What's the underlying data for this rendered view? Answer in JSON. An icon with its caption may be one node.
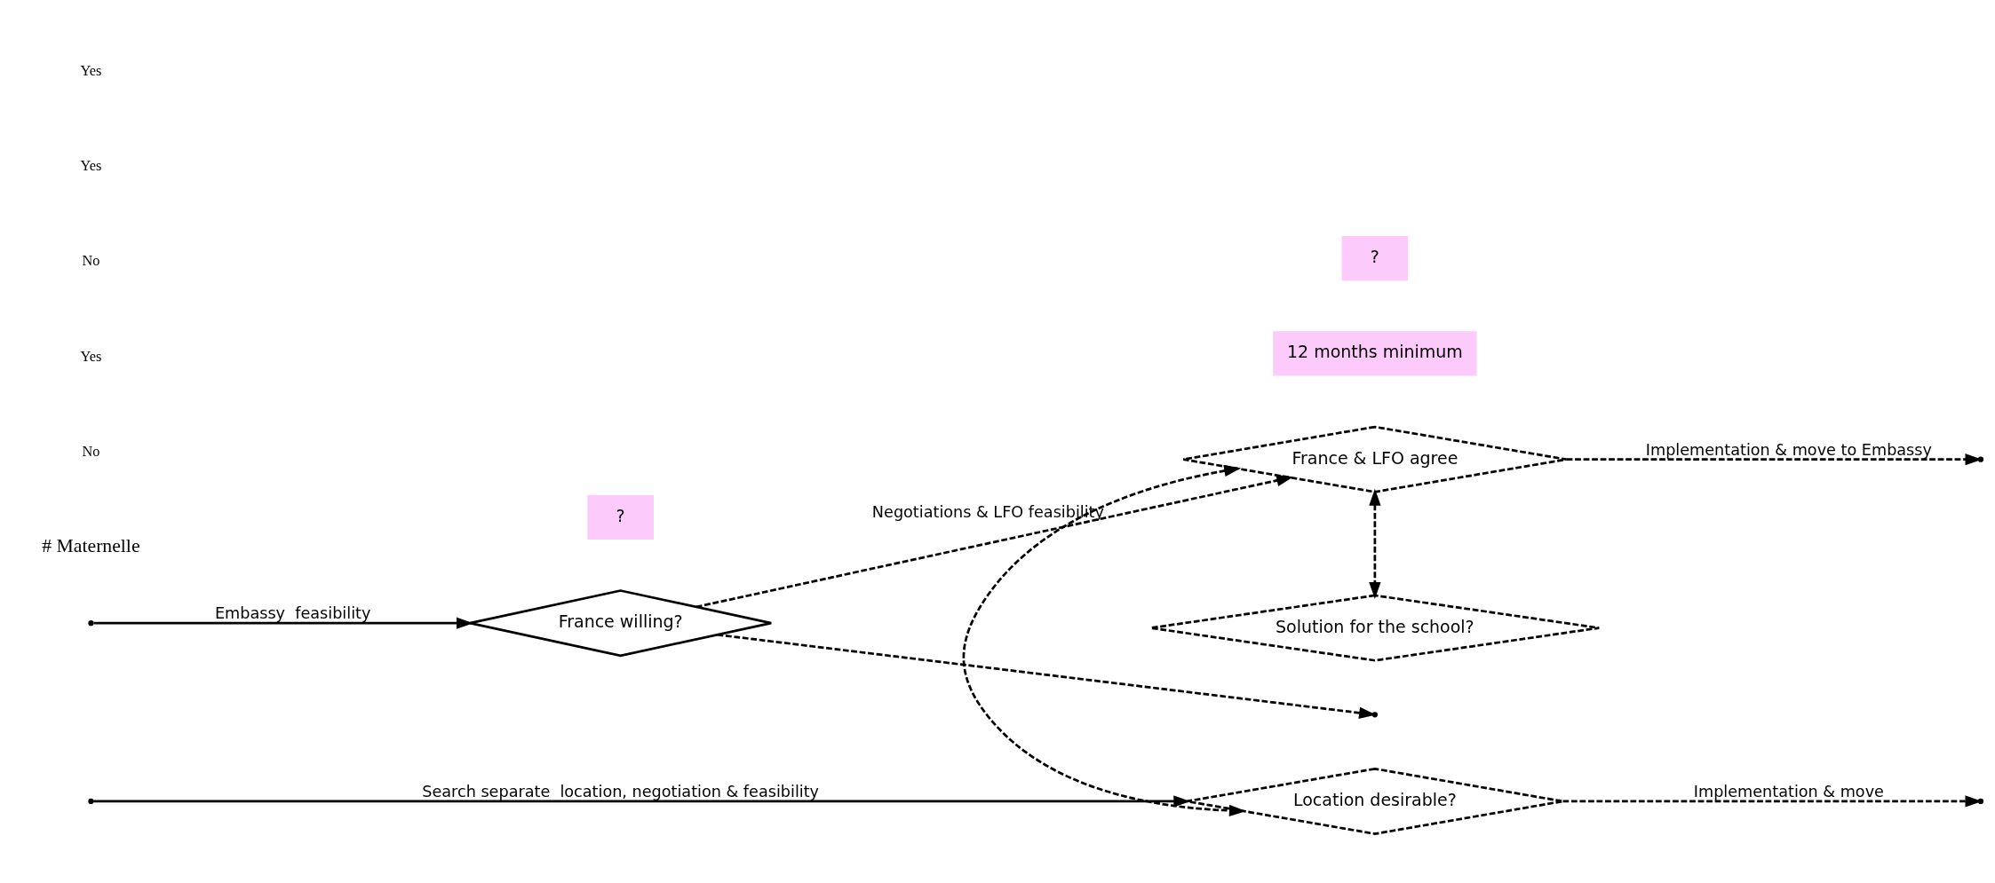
{
  "diagram": {
    "nodes": [
      {
        "text": [
          "France willing?"
        ]
      },
      {
        "text": [
          "France & LFO agree"
        ]
      },
      {
        "text": [
          "Solution for the school?"
        ]
      },
      {
        "text": [
          "Location desirable?"
        ]
      },
      {
        "text": [
          "12 months minimum"
        ]
      },
      {
        "text": [
          "?"
        ]
      },
      {
        "text": [
          "?"
        ]
      }
    ],
    "edges": [
      {
        "from": 0,
        "to": null,
        "arrow": "to",
        "style": "dashed"
      },
      {
        "from": 0,
        "to": 1,
        "arrow": "to",
        "style": "dashed",
        "label": "Negotiations & LFO feasibility"
      },
      {
        "from": null,
        "to": 0,
        "arrow": "to",
        "label": "Embassy  feasibility"
      },
      {
        "from": null,
        "to": 3,
        "arrow": "to",
        "label": "Search separate  location, negotiation & feasibility"
      },
      {
        "from": 1,
        "to": null,
        "arrow": "to",
        "style": "dashed",
        "label": "Implementation & move to Embassy"
      },
      {
        "from": 3,
        "to": null,
        "arrow": "to",
        "style": "dashed",
        "label": "Implementation & move"
      },
      {
        "from": 1,
        "to": 2,
        "arrow": "both",
        "style": "dashed"
      },
      {
        "from": 1,
        "to": 3,
        "arrow": "both",
        "style": "dashed"
      }
    ],
    "labels": [
      "# Maternelle",
      "No",
      "Yes",
      "No",
      "Yes",
      "Yes"
    ]
  }
}
